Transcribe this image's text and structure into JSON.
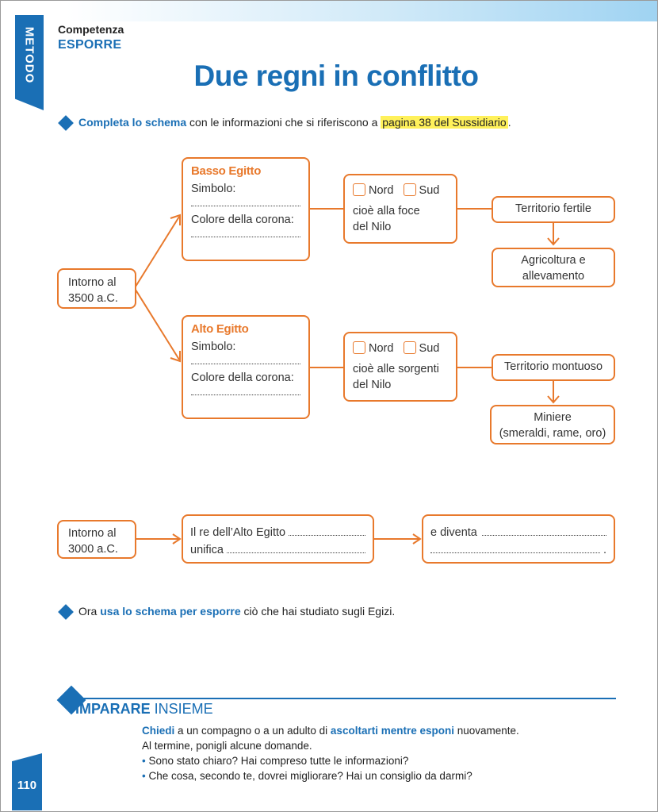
{
  "header": {
    "side_tab": "METODO",
    "competenza": "Competenza",
    "esporre": "ESPORRE",
    "title": "Due regni in conflitto"
  },
  "instruction1": {
    "part1": "Completa lo schema",
    "part2": " con le informazioni che si riferiscono a ",
    "highlight": "pagina 38 del Sussidiario",
    "part3": "."
  },
  "diagram1": {
    "start": [
      "Intorno al",
      "3500 a.C."
    ],
    "basso": {
      "title": "Basso Egitto",
      "simbolo": "Simbolo:",
      "colore": "Colore della corona:"
    },
    "alto": {
      "title": "Alto Egitto",
      "simbolo": "Simbolo:",
      "colore": "Colore della corona:"
    },
    "basso_pos": {
      "nord": "Nord",
      "sud": "Sud",
      "desc": [
        "cioè alla foce",
        "del Nilo"
      ]
    },
    "alto_pos": {
      "nord": "Nord",
      "sud": "Sud",
      "desc": [
        "cioè alle sorgenti",
        "del Nilo"
      ]
    },
    "basso_terr": "Territorio fertile",
    "basso_econ": [
      "Agricoltura e",
      "allevamento"
    ],
    "alto_terr": "Territorio montuoso",
    "alto_econ": [
      "Miniere",
      "(smeraldi, rame, oro)"
    ]
  },
  "diagram2": {
    "start": [
      "Intorno al",
      "3000 a.C."
    ],
    "middle": [
      "Il re dell’Alto Egitto",
      "unifica"
    ],
    "end": "e diventa",
    "end_period": "."
  },
  "instruction2": {
    "part1": "Ora ",
    "part2": "usa lo schema per esporre",
    "part3": " ciò che hai studiato sugli Egizi."
  },
  "footer": {
    "imparare": "IMPARARE",
    "insieme": " INSIEME",
    "line1_a": "Chiedi",
    "line1_b": " a un compagno o a un adulto di ",
    "line1_c": "ascoltarti mentre esponi",
    "line1_d": " nuovamente.",
    "line2": "Al termine, ponigli alcune domande.",
    "bullet": "•",
    "q1": " Sono stato chiaro? Hai compreso tutte le informazioni?",
    "q2": " Che cosa, secondo te, dovrei migliorare? Hai un consiglio da darmi?"
  },
  "page_number": "110",
  "colors": {
    "blue": "#1a6fb5",
    "orange": "#e8792c",
    "highlight": "#fff15a"
  }
}
